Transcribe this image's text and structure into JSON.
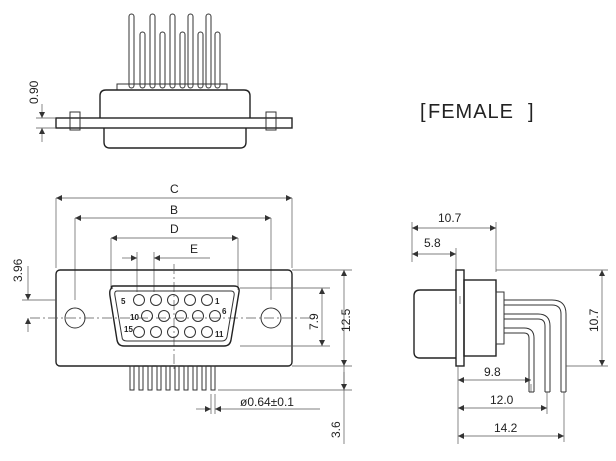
{
  "label": "FEMALE",
  "top_view": {
    "dim_090": "0.90"
  },
  "front_view": {
    "dim_C": "C",
    "dim_B": "B",
    "dim_D": "D",
    "dim_E": "E",
    "dim_396": "3.96",
    "dim_79": "7.9",
    "dim_125": "12.5",
    "dim_pin_dia": "ø0.64±0.1",
    "dim_36": "3.6",
    "pin_labels": {
      "p5": "5",
      "p1": "1",
      "p10": "10",
      "p6": "6",
      "p15": "15",
      "p11": "11"
    }
  },
  "side_view": {
    "dim_107_top": "10.7",
    "dim_58": "5.8",
    "dim_107_right": "10.7",
    "dim_98": "9.8",
    "dim_120": "12.0",
    "dim_142": "14.2"
  }
}
